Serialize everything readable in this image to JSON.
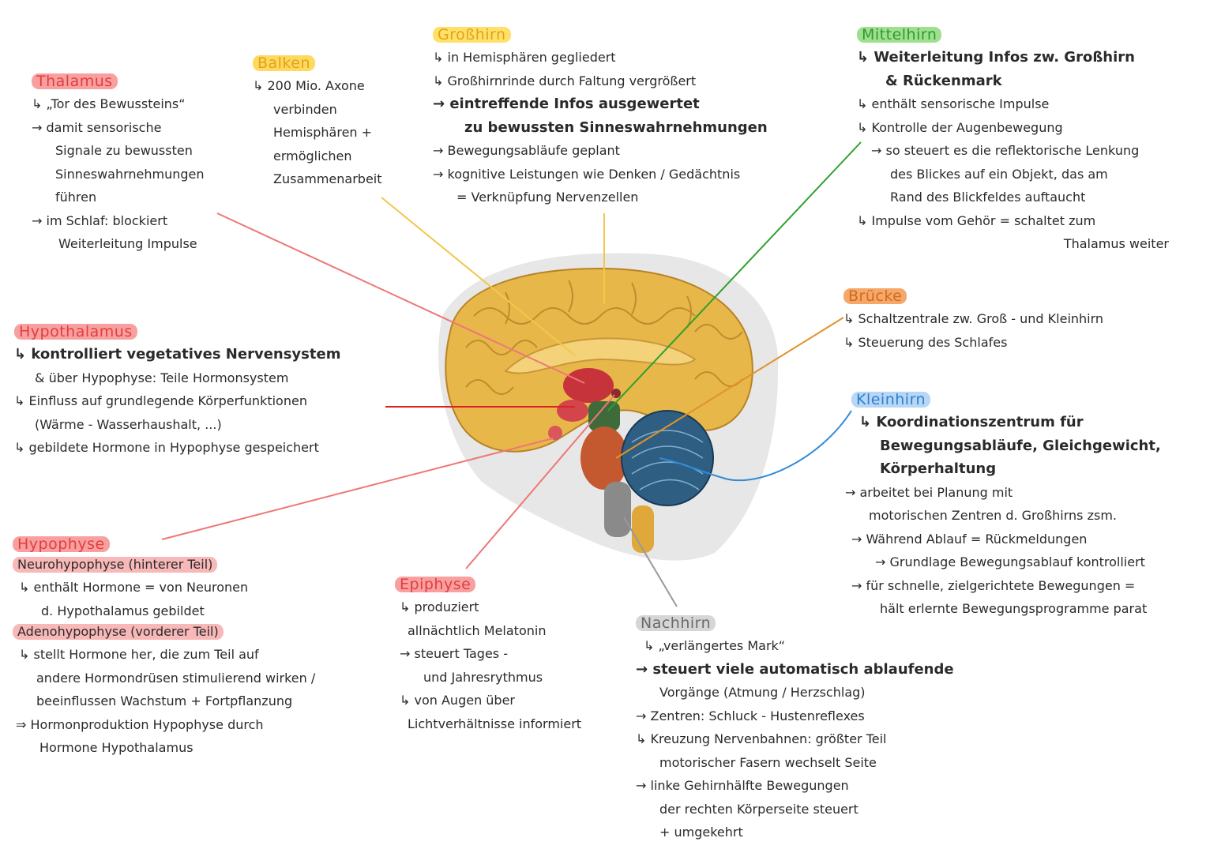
{
  "colors": {
    "thalamus": "#f8a0a0",
    "thalamus_text": "#e33d3d",
    "balken": "#ffd95e",
    "balken_text": "#e0a21a",
    "grosshirn": "#ffe16a",
    "grosshirn_text": "#e0a21a",
    "mittelhirn": "#9ee08e",
    "mittelhirn_text": "#2f9a2f",
    "bruecke": "#f5a86a",
    "bruecke_text": "#d26a1e",
    "kleinhirn": "#b8d6f5",
    "kleinhirn_text": "#2a7fd0",
    "hypothalamus": "#f8a0a0",
    "hypophyse": "#f8a0a0",
    "epiphyse": "#f8a0a0",
    "nachhirn": "#d6d6d6"
  },
  "thalamus": {
    "title": "Thalamus",
    "lines": [
      "↳ „Tor des Bewussteins“",
      "→ damit sensorische",
      "Signale zu bewussten",
      "Sinneswahrnehmungen",
      "führen",
      "→ im Schlaf: blockiert",
      "Weiterleitung Impulse"
    ]
  },
  "balken": {
    "title": "Balken",
    "lines": [
      "↳ 200 Mio. Axone",
      "verbinden",
      "Hemisphären +",
      "ermöglichen",
      "Zusammenarbeit"
    ]
  },
  "grosshirn": {
    "title": "Großhirn",
    "lines": [
      "↳ in Hemisphären gegliedert",
      "↳ Großhirnrinde durch Faltung vergrößert",
      "→ eintreffende Infos ausgewertet",
      "zu bewussten Sinneswahrnehmungen",
      "→ Bewegungsabläufe geplant",
      "→ kognitive Leistungen wie Denken / Gedächtnis",
      "= Verknüpfung Nervenzellen"
    ]
  },
  "mittelhirn": {
    "title": "Mittelhirn",
    "lines": [
      "↳ Weiterleitung Infos zw. Großhirn",
      "& Rückenmark",
      "↳ enthält sensorische Impulse",
      "↳ Kontrolle der Augenbewegung",
      "→ so steuert es die reflektorische Lenkung",
      "des Blickes auf ein Objekt, das am",
      "Rand des Blickfeldes auftaucht",
      "↳ Impulse vom Gehör = schaltet zum",
      "Thalamus weiter"
    ]
  },
  "bruecke": {
    "title": "Brücke",
    "lines": [
      "↳ Schaltzentrale zw. Groß - und Kleinhirn",
      "↳ Steuerung des Schlafes"
    ]
  },
  "kleinhirn": {
    "title": "Kleinhirn",
    "lines": [
      "↳ Koordinationszentrum für",
      "Bewegungsabläufe, Gleichgewicht,",
      "Körperhaltung",
      "→ arbeitet bei Planung mit",
      "motorischen Zentren d. Großhirns zsm.",
      "→ Während Ablauf = Rückmeldungen",
      "→ Grundlage Bewegungsablauf kontrolliert",
      "→ für schnelle, zielgerichtete Bewegungen =",
      "hält erlernte Bewegungsprogramme parat"
    ]
  },
  "hypothalamus": {
    "title": "Hypothalamus",
    "lines": [
      "↳ kontrolliert vegetatives Nervensystem",
      "& über Hypophyse: Teile Hormonsystem",
      "↳ Einfluss auf grundlegende Körperfunktionen",
      "(Wärme - Wasserhaushalt, ...)",
      "↳ gebildete Hormone in Hypophyse gespeichert"
    ]
  },
  "hypophyse": {
    "title": "Hypophyse",
    "neuro_title": "Neurohypophyse (hinterer Teil)",
    "neuro_lines": [
      "↳ enthält Hormone = von Neuronen",
      "d. Hypothalamus gebildet"
    ],
    "adeno_title": "Adenohypophyse (vorderer Teil)",
    "adeno_lines": [
      "↳ stellt Hormone her, die zum Teil auf",
      "andere Hormondrüsen stimulierend wirken /",
      "beeinflussen Wachstum + Fortpflanzung",
      "⇒ Hormonproduktion Hypophyse durch",
      "Hormone Hypothalamus"
    ]
  },
  "epiphyse": {
    "title": "Epiphyse",
    "lines": [
      "↳ produziert",
      "allnächtlich Melatonin",
      "→ steuert Tages -",
      "und Jahresrythmus",
      "↳ von Augen über",
      "Lichtverhältnisse informiert"
    ]
  },
  "nachhirn": {
    "title": "Nachhirn",
    "lines": [
      "↳ „verlängertes Mark“",
      "→ steuert viele automatisch ablaufende",
      "Vorgänge (Atmung / Herzschlag)",
      "→ Zentren: Schluck - Hustenreflexes",
      "↳ Kreuzung Nervenbahnen: größter Teil",
      "motorischer Fasern wechselt Seite",
      "→ linke Gehirnhälfte Bewegungen",
      "der rechten Körperseite steuert",
      "+ umgekehrt"
    ]
  }
}
